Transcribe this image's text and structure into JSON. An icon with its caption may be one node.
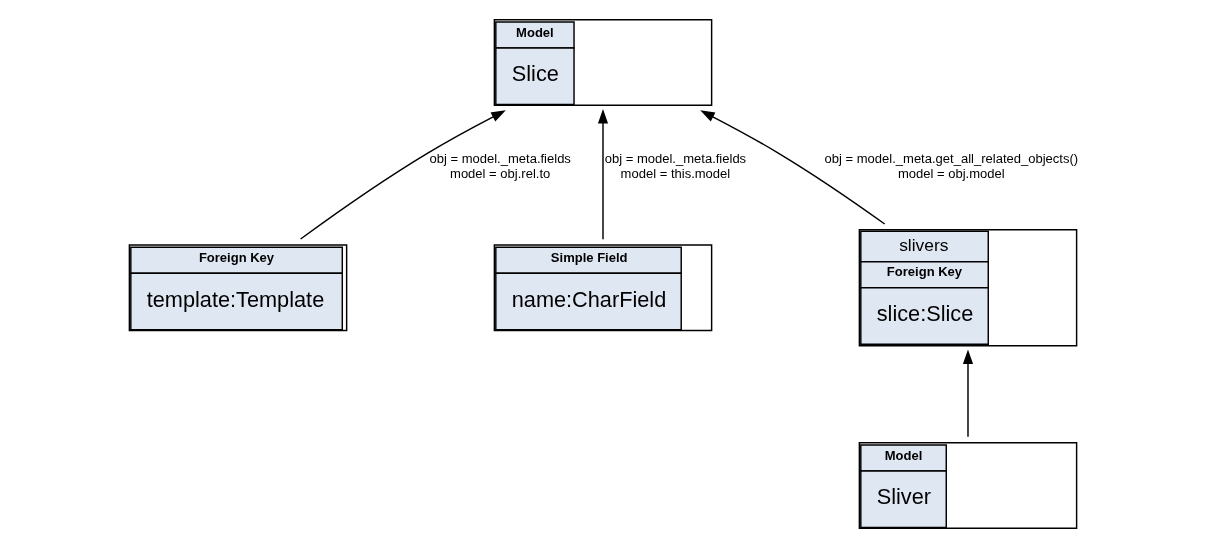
{
  "diagram": {
    "nodes": [
      {
        "text": [
          "Model",
          "Slice"
        ]
      },
      {
        "text": [
          "Foreign Key",
          "template:Template"
        ]
      },
      {
        "text": [
          "Simple Field",
          "name:CharField"
        ]
      },
      {
        "text": [
          "slivers",
          "Foreign Key",
          "slice:Slice"
        ]
      },
      {
        "text": [
          "Model",
          "Sliver"
        ]
      }
    ],
    "edges": [
      {
        "from": 1,
        "to": 0,
        "arrow": "to",
        "label": "obj = model._meta.fields model = obj.rel.to"
      },
      {
        "from": 3,
        "to": 0,
        "arrow": "to",
        "label": "obj = model._meta.get_all_related_objects() model = obj.model"
      },
      {
        "from": 2,
        "to": 0,
        "arrow": "to",
        "label": "obj = model._meta.fields model = this.model"
      },
      {
        "from": 4,
        "to": 3,
        "arrow": "to"
      }
    ]
  }
}
